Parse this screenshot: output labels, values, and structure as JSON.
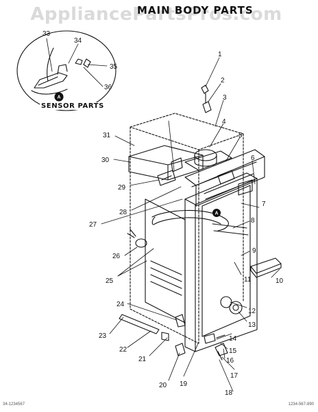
{
  "watermark": "AppliancePartsPros.com",
  "title": "MAIN BODY PARTS",
  "sensor_inset": {
    "caption": "SENSOR PARTS",
    "badge": "A"
  },
  "main_badge": "A",
  "footer": {
    "left": "34-1234567",
    "right": "1234-567-890"
  },
  "callouts": [
    "1",
    "2",
    "3",
    "4",
    "5",
    "6",
    "7",
    "8",
    "9",
    "10",
    "11",
    "12",
    "13",
    "14",
    "15",
    "16",
    "17",
    "18",
    "19",
    "20",
    "21",
    "22",
    "23",
    "24",
    "25",
    "26",
    "27",
    "28",
    "29",
    "30",
    "31",
    "33",
    "34",
    "35",
    "36"
  ]
}
